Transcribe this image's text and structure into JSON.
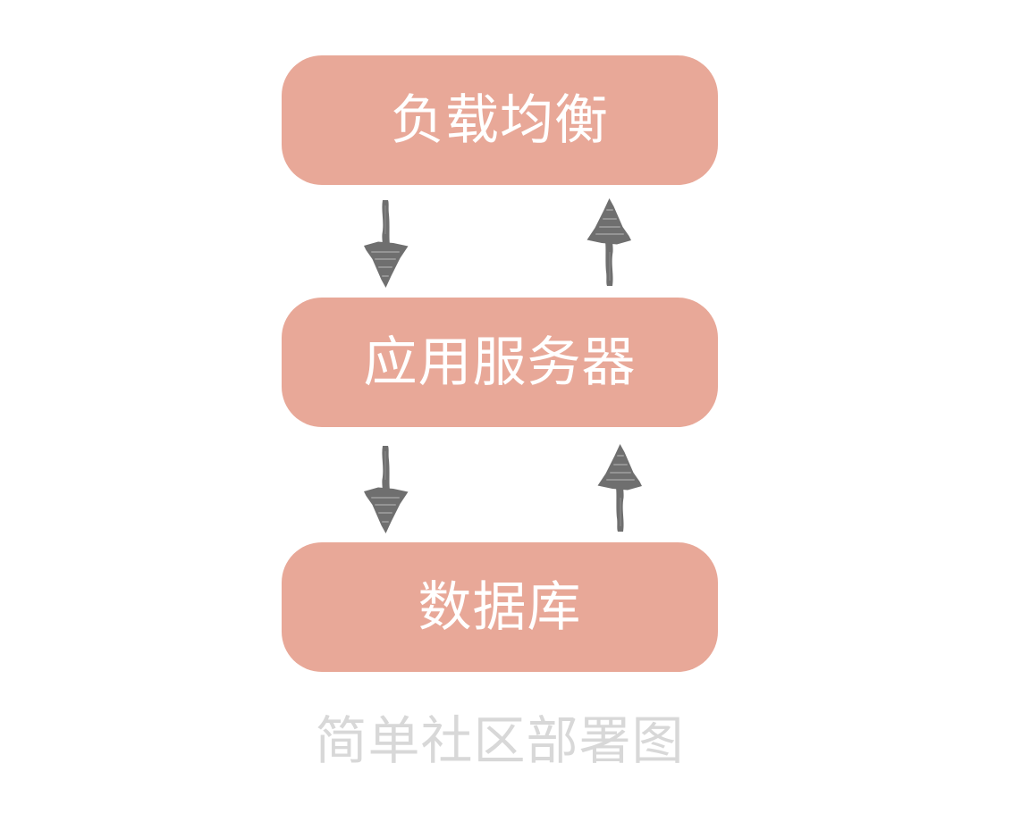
{
  "diagram": {
    "caption": "简单社区部署图",
    "boxes": [
      {
        "id": "load-balancer",
        "label": "负载均衡"
      },
      {
        "id": "app-server",
        "label": "应用服务器"
      },
      {
        "id": "database",
        "label": "数据库"
      }
    ],
    "arrows": [
      {
        "id": "lb-to-appserver",
        "direction": "down"
      },
      {
        "id": "appserver-to-lb",
        "direction": "up"
      },
      {
        "id": "appserver-to-db",
        "direction": "down"
      },
      {
        "id": "db-to-appserver",
        "direction": "up"
      }
    ],
    "colors": {
      "background": "#ffffff",
      "box_fill": "#e8a898",
      "box_text": "#ffffff",
      "arrow": "#6f6f6f",
      "caption_text": "#d8d8d8"
    }
  }
}
